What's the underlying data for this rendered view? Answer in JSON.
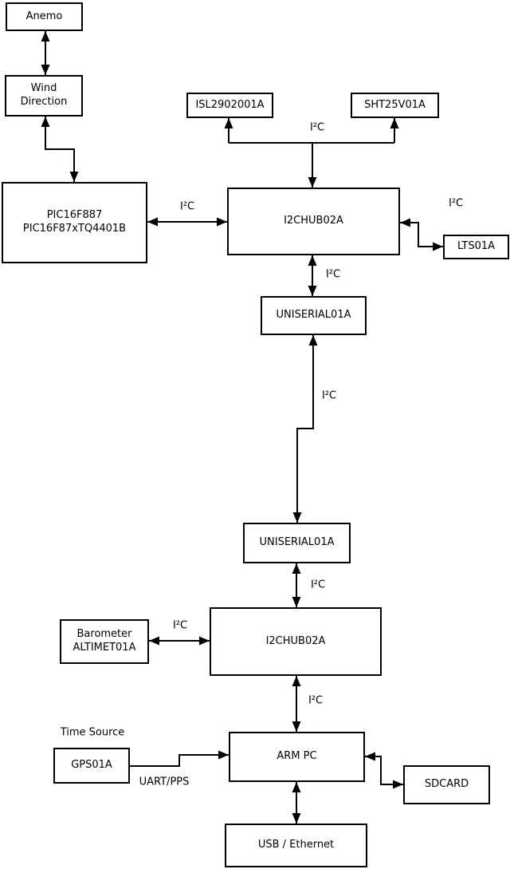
{
  "diagram": {
    "nodes": {
      "anemo": {
        "label": "Anemo"
      },
      "wind_direction": {
        "line1": "Wind",
        "line2": "Direction"
      },
      "pic": {
        "line1": "PIC16F887",
        "line2": "PIC16F87xTQ4401B"
      },
      "isl": {
        "label": "ISL2902001A"
      },
      "sht": {
        "label": "SHT25V01A"
      },
      "hub_top": {
        "label": "I2CHUB02A"
      },
      "lts": {
        "label": "LTS01A"
      },
      "uniserial_top": {
        "label": "UNISERIAL01A"
      },
      "uniserial_bottom": {
        "label": "UNISERIAL01A"
      },
      "hub_bottom": {
        "label": "I2CHUB02A"
      },
      "barometer": {
        "line1": "Barometer",
        "line2": "ALTIMET01A"
      },
      "gps": {
        "label": "GPS01A"
      },
      "arm_pc": {
        "label": "ARM PC"
      },
      "sdcard": {
        "label": "SDCARD"
      },
      "usb_ethernet": {
        "label": "USB / Ethernet"
      }
    },
    "edge_labels": {
      "sensors_bus": "I²C",
      "pic_hub": "I²C",
      "hub_lts": "I²C",
      "hub_uniserial": "I²C",
      "uniserial_link": "I²C",
      "uniserial_hub2": "I²C",
      "barometer_hub2": "I²C",
      "hub2_arm": "I²C",
      "gps_arm": "UART/PPS",
      "time_source": "Time Source"
    },
    "colors": {
      "line": "#000000",
      "box_fill": "#ffffff",
      "background": "#ffffff"
    }
  }
}
